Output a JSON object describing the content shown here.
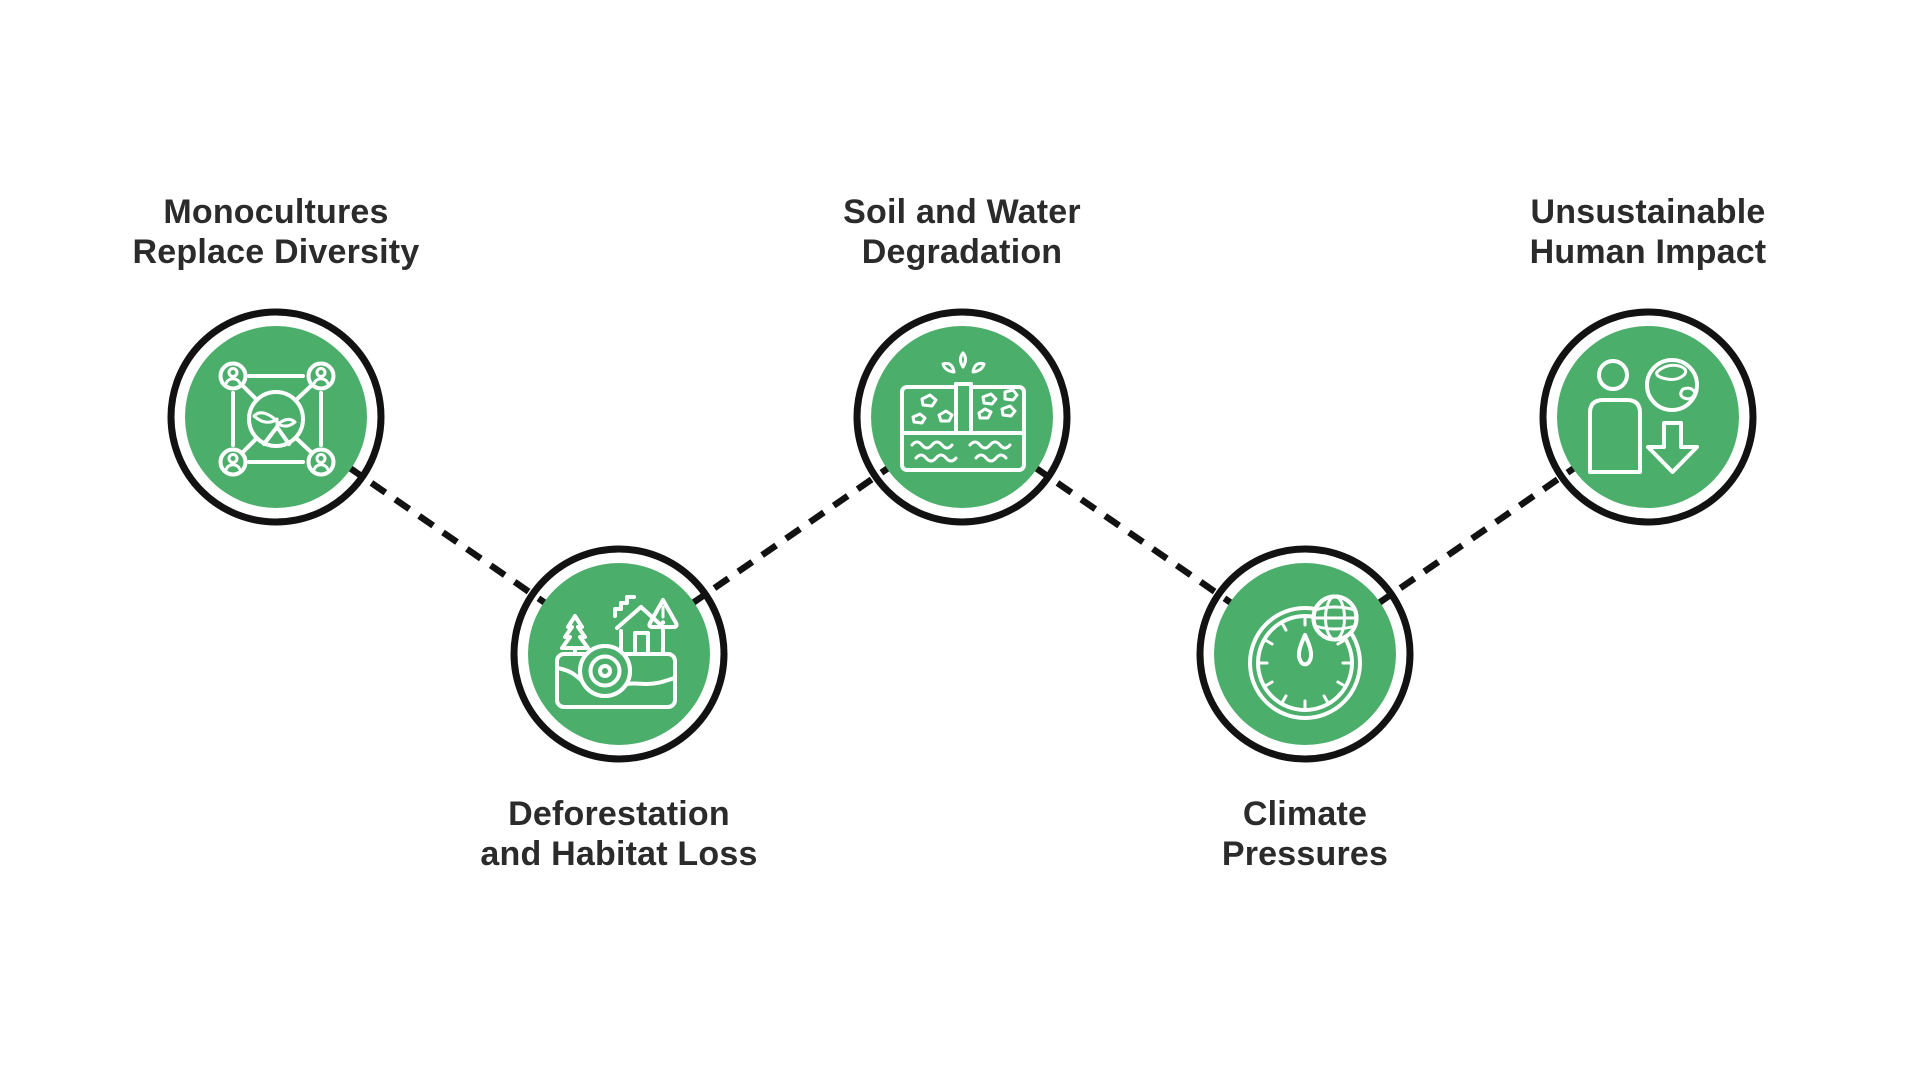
{
  "palette": {
    "background": "#FFFFFF",
    "node_fill": "#4CAE6B",
    "outline": "#121212",
    "connector": "#121212",
    "icon_stroke": "#FFFFFF",
    "label": "#2B2B2B"
  },
  "connector_style": "dashed",
  "nodes": [
    {
      "id": "monocultures",
      "row": "top",
      "icon": "diversity-network-icon",
      "label_line1": "Monocultures",
      "label_line2": "Replace Diversity"
    },
    {
      "id": "deforestation",
      "row": "bottom",
      "icon": "deforestation-icon",
      "label_line1": "Deforestation",
      "label_line2": "and Habitat Loss"
    },
    {
      "id": "soil-water",
      "row": "top",
      "icon": "soil-water-degradation-icon",
      "label_line1": "Soil and Water",
      "label_line2": "Degradation"
    },
    {
      "id": "climate",
      "row": "bottom",
      "icon": "climate-gauge-icon",
      "label_line1": "Climate",
      "label_line2": "Pressures"
    },
    {
      "id": "human-impact",
      "row": "top",
      "icon": "human-impact-icon",
      "label_line1": "Unsustainable",
      "label_line2": "Human Impact"
    }
  ]
}
